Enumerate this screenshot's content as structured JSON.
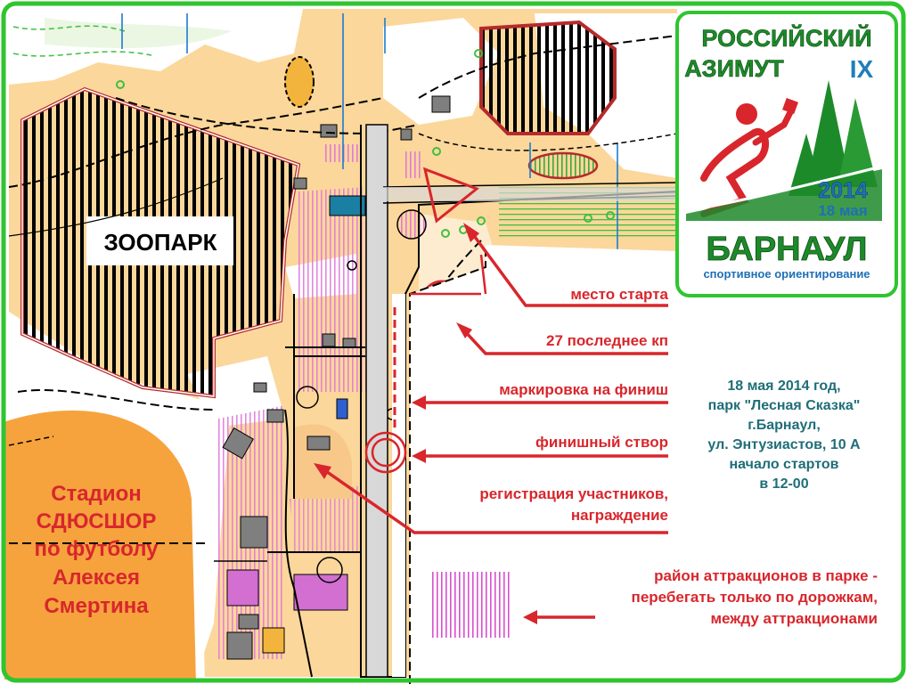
{
  "zoo_label": "ЗООПАРК",
  "stadium_lines": [
    "Стадион",
    "СДЮСШОР",
    "по футболу",
    "Алексея",
    "Смертина"
  ],
  "logo": {
    "line1": "РОССИЙСКИЙ",
    "line2": "АЗИМУТ",
    "edition": "IX",
    "year": "2014",
    "date": "18 мая",
    "city": "БАРНАУЛ",
    "subtitle": "спортивное ориентирование"
  },
  "legend": {
    "start": "место старта",
    "last_cp": "27 последнее кп",
    "finish_marking": "маркировка на финиш",
    "finish_gate": "финишный створ",
    "registration_1": "регистрация участников,",
    "registration_2": "награждение",
    "attractions": [
      "район аттракционов в парке -",
      "перебегать только по дорожкам,",
      "между аттракционами"
    ]
  },
  "event_info": [
    "18 мая 2014 год,",
    "парк \"Лесная Сказка\"",
    "г.Барнаул,",
    "ул. Энтузиастов, 10 А",
    "начало стартов",
    "в 12-00"
  ],
  "colors": {
    "frame": "#2fc52f",
    "red": "#d8262c",
    "open_land": "#fbd79b",
    "stadium": "#f6a33e",
    "zoo_hatch": "#000000",
    "attraction_hatch": "#d94fd0",
    "info_text": "#1f6e78",
    "logo_green": "#1d8a2a"
  }
}
